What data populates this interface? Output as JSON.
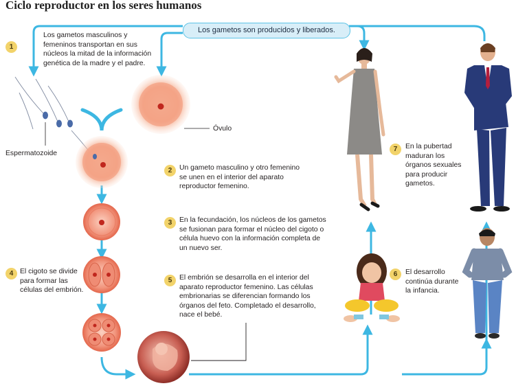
{
  "title": "Ciclo reproductor en los seres humanos",
  "banner": "Los gametos son producidos y liberados.",
  "labels": {
    "espermatozoide": "Espermatozoide",
    "ovulo": "Óvulo"
  },
  "steps": [
    {
      "num": "1",
      "text": "Los gametos masculinos y femeninos transportan en sus núcleos la mitad de la información genética de la madre y el padre."
    },
    {
      "num": "2",
      "text": "Un gameto masculino y otro femenino se unen en el interior del aparato reproductor femenino."
    },
    {
      "num": "3",
      "text": "En la fecundación, los núcleos de los gametos se fusionan para formar el núcleo del cigoto o célula huevo con la información completa de un nuevo ser."
    },
    {
      "num": "4",
      "text": "El cigoto se divide para formar las células del embrión."
    },
    {
      "num": "5",
      "text": "El embrión se desarrolla en el interior del aparato reproductor femenino. Las células embrionarias se diferencian formando los órganos del feto. Completado el desarrollo, nace el bebé."
    },
    {
      "num": "6",
      "text": "El desarrollo continúa durante la infancia."
    },
    {
      "num": "7",
      "text": "En la pubertad maduran los órganos sexuales para producir gametos."
    }
  ],
  "colors": {
    "arrow": "#3db7e2",
    "badge": "#f2d36a",
    "cell": "#f0917a",
    "nucleus": "#c0271e"
  }
}
